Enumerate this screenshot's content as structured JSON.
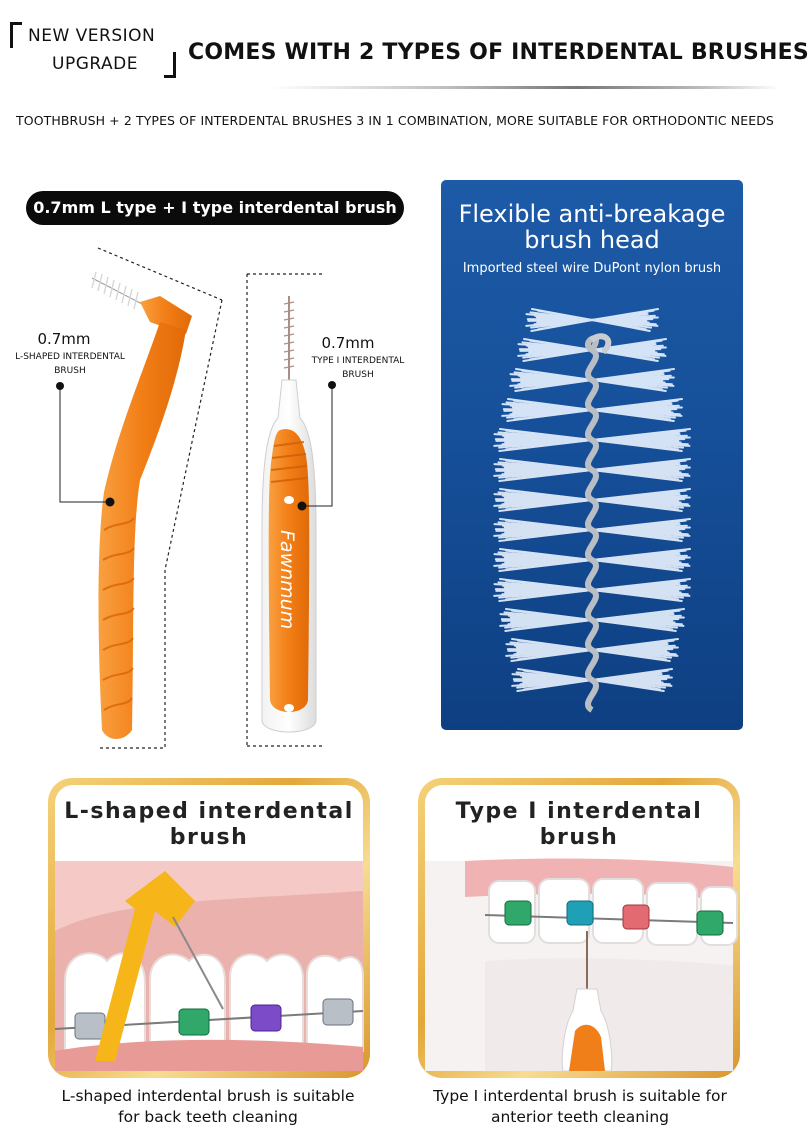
{
  "header": {
    "badge_line1": "NEW VERSION",
    "badge_line2": "UPGRADE",
    "title": "COMES WITH 2 TYPES OF INTERDENTAL BRUSHES",
    "subtitle": "TOOTHBRUSH + 2 TYPES OF INTERDENTAL BRUSHES 3 IN 1 COMBINATION, MORE SUITABLE FOR ORTHODONTIC NEEDS"
  },
  "product": {
    "pill_label": "0.7mm L type + I type interdental brush",
    "l_brush": {
      "size": "0.7mm",
      "desc_line1": "L-SHAPED INTERDENTAL",
      "desc_line2": "BRUSH"
    },
    "i_brush": {
      "size": "0.7mm",
      "desc_line1": "TYPE I INTERDENTAL",
      "desc_line2": "BRUSH",
      "brand": "Fawnmum"
    }
  },
  "feature": {
    "title_line1": "Flexible anti-breakage",
    "title_line2": "brush head",
    "subtitle": "Imported steel wire DuPont nylon brush"
  },
  "cards": [
    {
      "title_line1": "L-shaped interdental",
      "title_line2": "brush",
      "caption_line1": "L-shaped interdental brush is suitable",
      "caption_line2": "for back teeth cleaning"
    },
    {
      "title_line1": "Type I interdental",
      "title_line2": "brush",
      "caption_line1": "Type I interdental brush is suitable for",
      "caption_line2": "anterior teeth cleaning"
    }
  ],
  "colors": {
    "brush_orange": "#f07f1a",
    "panel_blue": "#16509a",
    "card_gold": "#e3a83a"
  }
}
